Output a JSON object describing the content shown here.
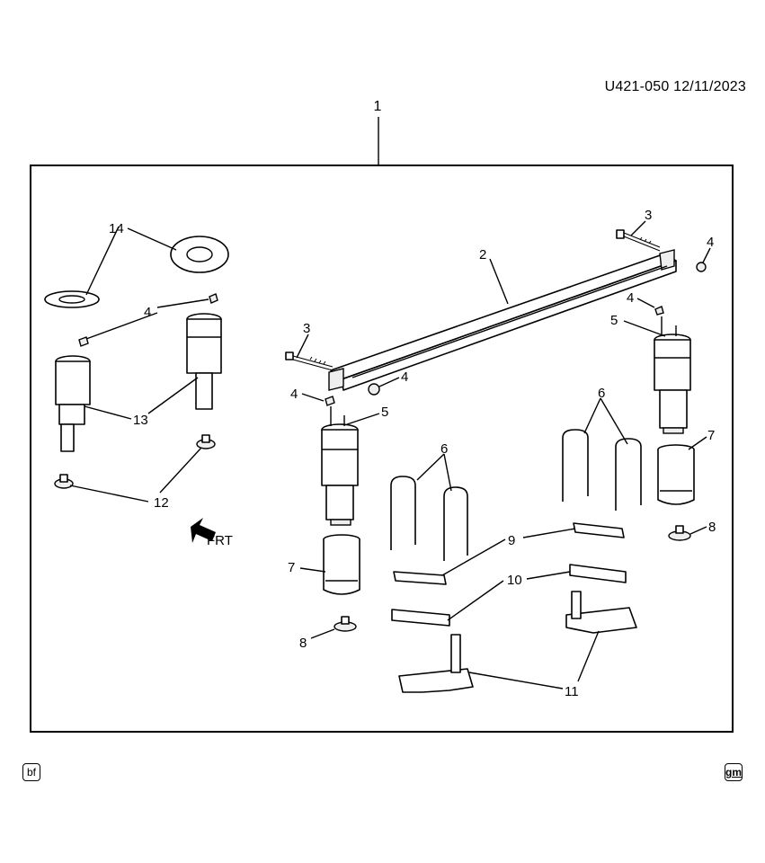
{
  "header": {
    "doc_id": "U421-050  12/11/2023"
  },
  "assembly_callout": "1",
  "callouts": {
    "c2": "2",
    "c3a": "3",
    "c3b": "3",
    "c4a": "4",
    "c4b": "4",
    "c4c": "4",
    "c4d": "4",
    "c5a": "5",
    "c5b": "5",
    "c6a": "6",
    "c6b": "6",
    "c7a": "7",
    "c7b": "7",
    "c8a": "8",
    "c8b": "8",
    "c9": "9",
    "c10": "10",
    "c11": "11",
    "c12": "12",
    "c13": "13",
    "c14": "14"
  },
  "front_arrow_label": "FRT",
  "footer": {
    "left_badge": "bf",
    "right_badge": "gm"
  }
}
